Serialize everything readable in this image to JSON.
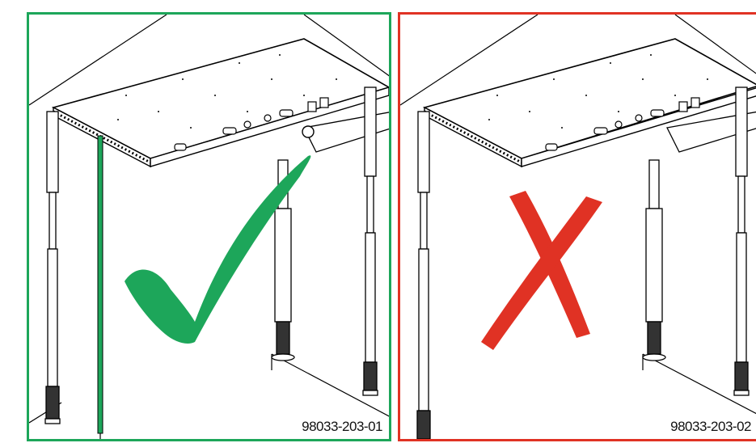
{
  "panels": [
    {
      "code": "98033-203-01",
      "verdict": "correct",
      "mark_icon": "check-mark-icon",
      "border_color": "#1da65a",
      "mark_color": "#1da65a"
    },
    {
      "code": "98033-203-02",
      "verdict": "incorrect",
      "mark_icon": "cross-mark-icon",
      "border_color": "#e03224",
      "mark_color": "#e03224"
    }
  ]
}
